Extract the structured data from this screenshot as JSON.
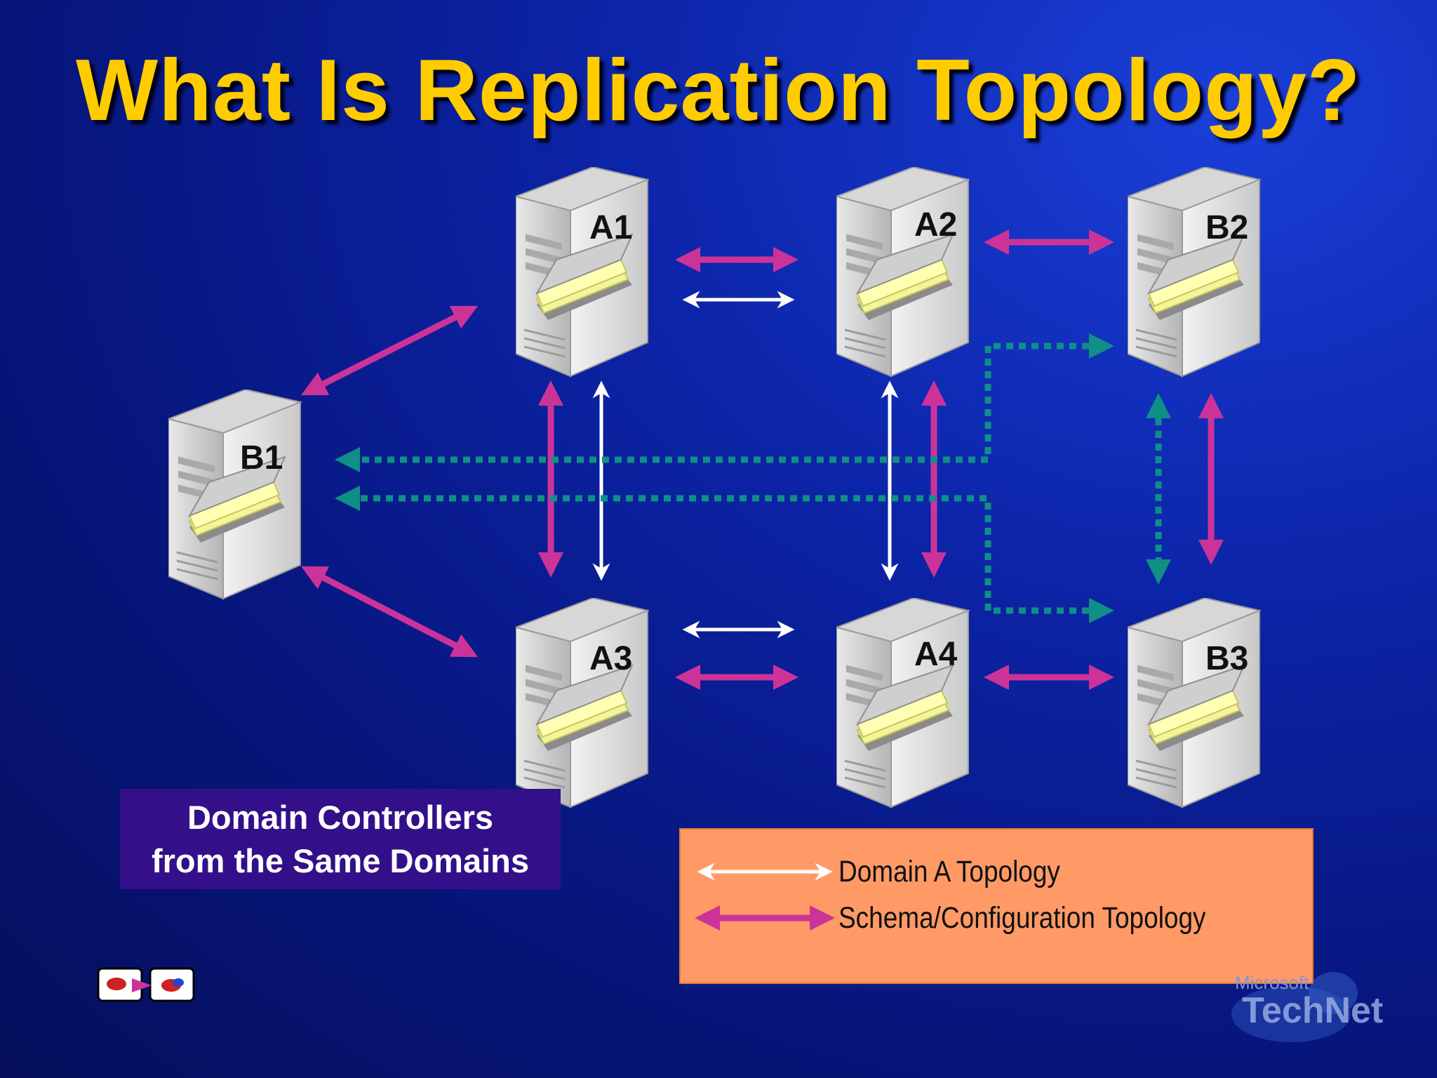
{
  "title": "What Is Replication Topology?",
  "servers": [
    {
      "id": "A1",
      "label": "A1"
    },
    {
      "id": "A2",
      "label": "A2"
    },
    {
      "id": "B2",
      "label": "B2"
    },
    {
      "id": "B1",
      "label": "B1"
    },
    {
      "id": "A3",
      "label": "A3"
    },
    {
      "id": "A4",
      "label": "A4"
    },
    {
      "id": "B3",
      "label": "B3"
    }
  ],
  "callout": {
    "line1": "Domain Controllers",
    "line2": "from the Same Domains"
  },
  "legend": {
    "domain_a": "Domain A Topology",
    "schema_config": "Schema/Configuration Topology"
  },
  "colors": {
    "title": "#ffcc00",
    "domain_a_arrow": "#ffffff",
    "schema_config_arrow": "#cc3399",
    "dotted_arrow": "#0f8f86",
    "legend_background": "#ff9a66",
    "callout_background": "#33108a"
  },
  "logo": {
    "line1": "Microsoft",
    "line2": "TechNet"
  }
}
